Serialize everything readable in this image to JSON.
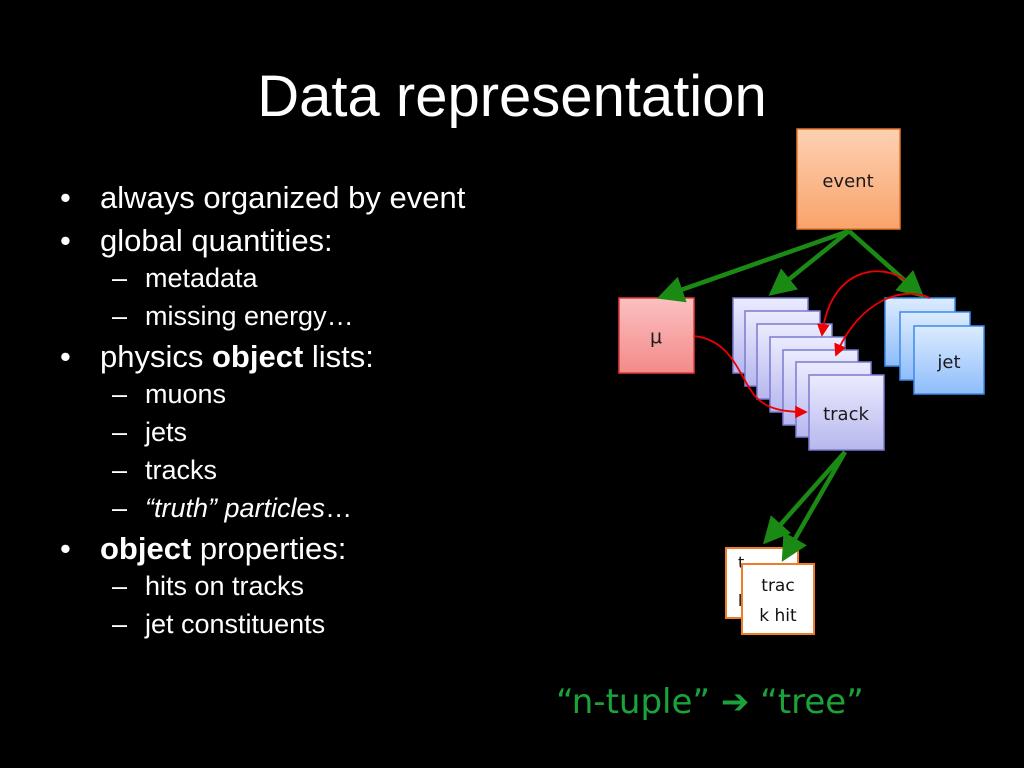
{
  "slide": {
    "title": "Data representation"
  },
  "bullets": {
    "b1": "always organized by event",
    "b2": "global quantities:",
    "b2_sub": [
      "metadata",
      "missing energy…"
    ],
    "b3_pre": "physics ",
    "b3_bold": "object",
    "b3_post": " lists:",
    "b3_sub": [
      "muons",
      "jets",
      "tracks"
    ],
    "b3_sub_truth_italic": "“truth” particles",
    "b3_sub_truth_tail": "…",
    "b4_bold": "object",
    "b4_post": " properties:",
    "b4_sub": [
      "hits on tracks",
      "jet constituents"
    ],
    "bullet_mark": "•",
    "dash_mark": "–"
  },
  "diagram": {
    "event_label": "event",
    "muon_label": "μ",
    "track_label": "track",
    "jet_label": "jet",
    "hit_label_line1": "trac",
    "hit_label_line2": "k hit",
    "colors": {
      "event_fill": "#fbb585",
      "event_stroke": "#e8752c",
      "muon_fill": "#f7a2a2",
      "muon_stroke": "#e23c3c",
      "track_fill": "#d0d0f6",
      "track_stroke": "#7a7ad0",
      "jet_fill": "#b8d7ff",
      "jet_stroke": "#3c8ae8",
      "hit_fill": "#ffffff",
      "hit_stroke": "#ee7c2a",
      "green_arrow": "#1a8a15",
      "red_link": "#ee0000"
    }
  },
  "footer": {
    "left": "“n-tuple”",
    "arrow": "➔",
    "right": "“tree”"
  }
}
